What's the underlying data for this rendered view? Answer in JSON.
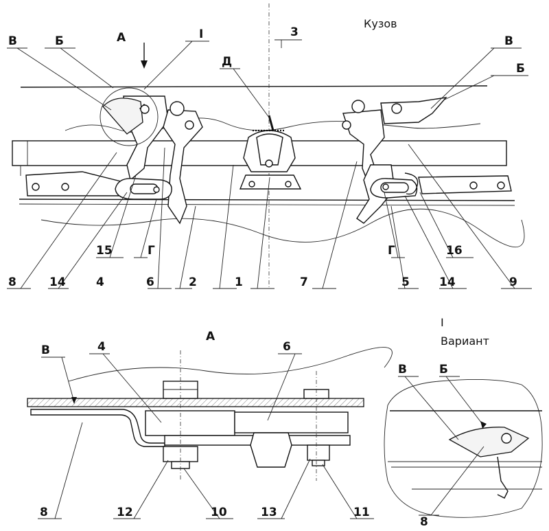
{
  "labels": {
    "body_label": "Кузов",
    "view_a_top": "А",
    "view_a_bottom": "А",
    "circle_I": "I",
    "variant_I": "I",
    "variant_word": "Вариант",
    "V_left": "В",
    "V_right": "В",
    "V_bottom": "В",
    "V_detail": "В",
    "B_left": "Б",
    "B_right": "Б",
    "B_detail": "Б",
    "D_label": "Д",
    "G_left": "Г",
    "G_right": "Г"
  },
  "callouts_top": {
    "n3": "3",
    "n15": "15",
    "n8": "8",
    "n14a": "14",
    "n4": "4",
    "n6": "6",
    "n2": "2",
    "n1": "1",
    "n7": "7",
    "n5": "5",
    "n14b": "14",
    "n16": "16",
    "n9": "9"
  },
  "callouts_bottom": {
    "n4": "4",
    "n6": "6",
    "n8": "8",
    "n12": "12",
    "n10": "10",
    "n13": "13",
    "n11": "11",
    "n8_detail": "8"
  }
}
